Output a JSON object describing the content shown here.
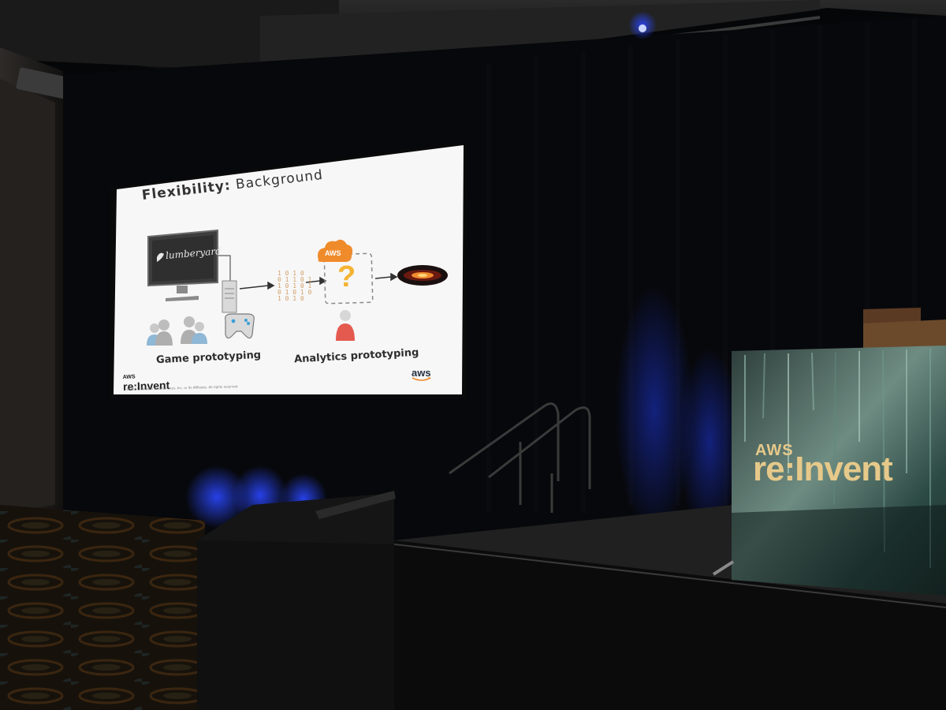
{
  "slide": {
    "title_bold": "Flexibility:",
    "title_rest": " Background",
    "labels": {
      "game": "Game prototyping",
      "analytics": "Analytics prototyping"
    },
    "lumberyard": "lumberyard",
    "cloud_badge": "AWS",
    "question": "?",
    "binary_lines": [
      "1 0 1 0",
      "0 1 1 0 1",
      "1 0 1 0 1",
      "0 1 0 1 0",
      "1 0 1 0"
    ],
    "footer": {
      "brand_top": "AWS",
      "brand_main": "re:Invent",
      "copyright": "© 2017, Amazon Web Services, Inc. or its Affiliates. All rights reserved.",
      "aws_logo": "aws"
    }
  },
  "podium": {
    "brand_top": "AWS",
    "brand_main": "re:Invent"
  },
  "colors": {
    "slide_bg": "#f7f7f7",
    "accent_orange": "#f08b2c",
    "question_yellow": "#f5b335",
    "person_red": "#e55a4e",
    "person_blue": "#8fb7d6",
    "podium_gold": "#e6c98a",
    "stage_blue": "#1f3cc8"
  }
}
